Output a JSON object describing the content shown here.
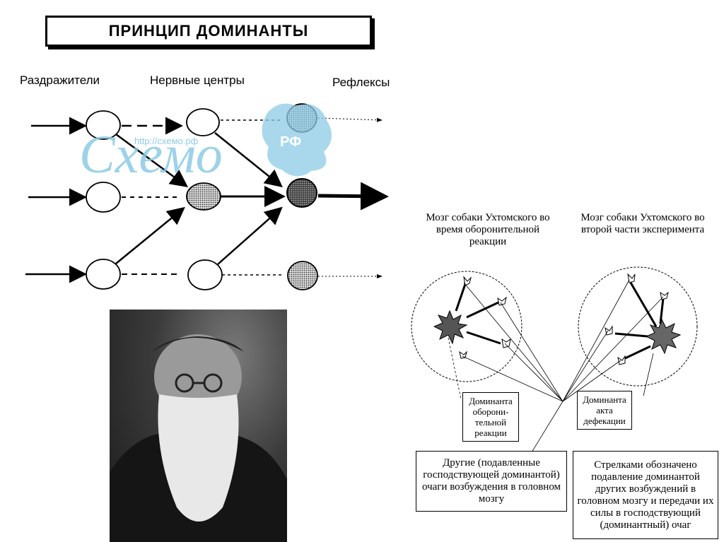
{
  "title": "ПРИНЦИП ДОМИНАНТЫ",
  "headers": {
    "stimuli": "Раздражители",
    "centers": "Нервные центры",
    "reflexes": "Рефлексы"
  },
  "watermark": {
    "url": "http://схемо.рф",
    "word": "Схемо",
    "badge": "РФ"
  },
  "colors": {
    "watermark": "#8ccbe6",
    "ink": "#000000"
  },
  "captions": {
    "left": "Мозг собаки Ухтомского во время оборонительной реакции",
    "right": "Мозг собаки Ухтомского во второй части эксперимента"
  },
  "labels": {
    "dominant_left": "Доминанта оборони-тельной реакции",
    "dominant_right": "Доминанта акта дефекации"
  },
  "notes": {
    "left": "Другие (подавленные господствующей доминантой) очаги возбуждения в головном мозгу",
    "right": "Стрелками обозначено подавление доминантой других возбуждений в головном мозгу и передачи их силы в господствующий (доминантный) очаг"
  },
  "photo": {
    "subject": "portrait-of-ukhtomsky"
  }
}
